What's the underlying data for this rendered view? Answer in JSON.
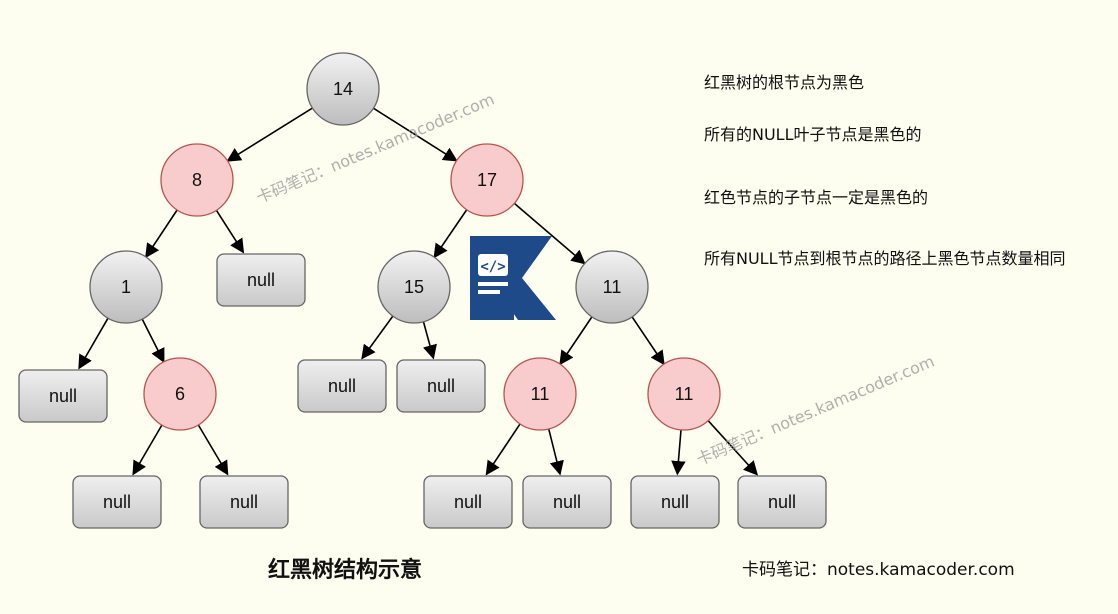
{
  "diagram": {
    "title": "红黑树结构示意",
    "rules": [
      "红黑树的根节点为黑色",
      "所有的NULL叶子节点是黑色的",
      "红色节点的子节点一定是黑色的",
      "所有NULL节点到根节点的路径上黑色节点数量相同"
    ],
    "footer": "卡码笔记：notes.kamacoder.com",
    "watermark": "卡码笔记：notes.kamacoder.com",
    "colors": {
      "red_node_fill": "#f8cccc",
      "red_node_stroke": "#b85450",
      "black_node_fill_top": "#f2f2f2",
      "black_node_fill_bottom": "#bdbdbd",
      "black_node_stroke": "#666666",
      "null_fill": "#d9d9d9",
      "logo_blue": "#1f4a8a",
      "background": "#fdfdf0"
    },
    "nodes": [
      {
        "id": "n14",
        "label": "14",
        "color": "black"
      },
      {
        "id": "n8",
        "label": "8",
        "color": "red"
      },
      {
        "id": "n17",
        "label": "17",
        "color": "red"
      },
      {
        "id": "n1",
        "label": "1",
        "color": "black"
      },
      {
        "id": "n15",
        "label": "15",
        "color": "black"
      },
      {
        "id": "n11a",
        "label": "11",
        "color": "black"
      },
      {
        "id": "n6",
        "label": "6",
        "color": "red"
      },
      {
        "id": "n11b",
        "label": "11",
        "color": "red"
      },
      {
        "id": "n11c",
        "label": "11",
        "color": "red"
      }
    ],
    "null_leaves": [
      {
        "id": "nl1",
        "label": "null"
      },
      {
        "id": "nl2",
        "label": "null"
      },
      {
        "id": "nl3",
        "label": "null"
      },
      {
        "id": "nl4",
        "label": "null"
      },
      {
        "id": "nl5",
        "label": "null"
      },
      {
        "id": "nl6",
        "label": "null"
      },
      {
        "id": "nl7",
        "label": "null"
      },
      {
        "id": "nl8",
        "label": "null"
      },
      {
        "id": "nl9",
        "label": "null"
      },
      {
        "id": "nl10",
        "label": "null"
      }
    ],
    "edges": [
      [
        "n14",
        "n8"
      ],
      [
        "n14",
        "n17"
      ],
      [
        "n8",
        "n1"
      ],
      [
        "n8",
        "nl1"
      ],
      [
        "n17",
        "n15"
      ],
      [
        "n17",
        "n11a"
      ],
      [
        "n1",
        "nl2"
      ],
      [
        "n1",
        "n6"
      ],
      [
        "n6",
        "nl3"
      ],
      [
        "n6",
        "nl4"
      ],
      [
        "n15",
        "nl5"
      ],
      [
        "n15",
        "nl6"
      ],
      [
        "n11a",
        "n11b"
      ],
      [
        "n11a",
        "n11c"
      ],
      [
        "n11b",
        "nl7"
      ],
      [
        "n11b",
        "nl8"
      ],
      [
        "n11c",
        "nl9"
      ],
      [
        "n11c",
        "nl10"
      ]
    ],
    "logo_icon": "code-document-k-logo-icon"
  }
}
